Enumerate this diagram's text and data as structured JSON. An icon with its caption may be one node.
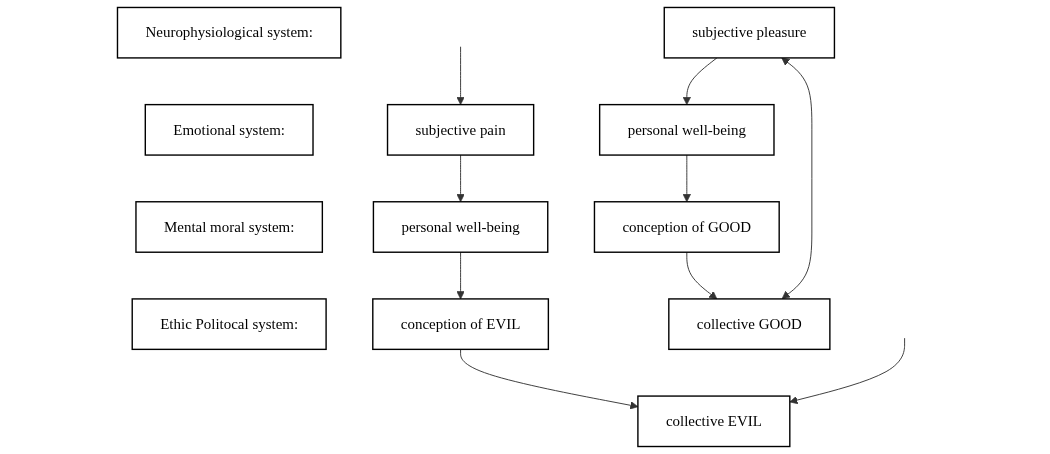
{
  "diagram": {
    "nodes": [
      {
        "text": [
          "Neurophysiological system:"
        ]
      },
      {
        "text": [
          "subjective pleasure"
        ]
      },
      {
        "text": [
          "subjective pain"
        ]
      },
      {
        "text": [
          "Emotional system:"
        ]
      },
      {
        "text": [
          "personal well-being"
        ]
      },
      {
        "text": [
          "personal well-being"
        ]
      },
      {
        "text": [
          "Mental moral system:"
        ]
      },
      {
        "text": [
          "conception of GOOD"
        ]
      },
      {
        "text": [
          "conception of EVIL"
        ]
      },
      {
        "text": [
          "Ethic Politocal system:"
        ]
      },
      {
        "text": [
          "collective GOOD"
        ]
      },
      {
        "text": [
          "collective EVIL"
        ]
      }
    ],
    "edges": [
      {
        "from": 1,
        "to": 4,
        "arrow": "to"
      },
      {
        "from": 4,
        "to": 7,
        "arrow": "to"
      },
      {
        "from": 7,
        "to": 10,
        "arrow": "to"
      },
      {
        "from": 2,
        "to": 5,
        "arrow": "to"
      },
      {
        "from": 5,
        "to": 8,
        "arrow": "to"
      },
      {
        "from": 8,
        "to": 11,
        "arrow": "to"
      },
      {
        "from": 10,
        "to": 1,
        "arrow": "both"
      },
      {
        "from": null,
        "to": 2,
        "arrow": "to"
      },
      {
        "from": null,
        "to": 11,
        "arrow": "to"
      }
    ]
  }
}
